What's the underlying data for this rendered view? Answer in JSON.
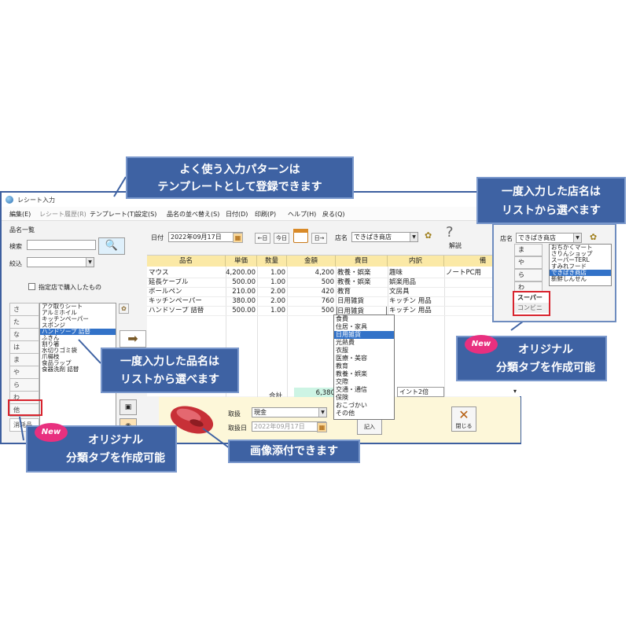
{
  "window": {
    "title": "レシート入力",
    "minimize": "—"
  },
  "menu": [
    "編集(E)",
    "レシート履歴(R)",
    "テンプレート(T)",
    "設定(S)",
    "品名の並べ替え(S)",
    "日付(D)",
    "印刷(P)",
    "ヘルプ(H)",
    "戻る(Q)"
  ],
  "left": {
    "title": "品名一覧",
    "search_label": "検索",
    "filter_label": "絞込",
    "checkbox_label": "指定店で購入したもの",
    "tabs": [
      "さ",
      "た",
      "な",
      "は",
      "ま",
      "や",
      "ら",
      "わ",
      "他"
    ],
    "custom_tab": "消耗品",
    "items": [
      "アク取りシート",
      "アルミホイル",
      "キッチンペーパー",
      "スポンジ",
      "ハンドソープ 詰替",
      "ふきん",
      "割り箸",
      "水切りゴミ袋",
      "爪楊枝",
      "食品ラップ",
      "食器洗剤 詰替"
    ],
    "selected_item_index": 4
  },
  "top": {
    "date_label": "日付",
    "date_value": "2022年09月17日",
    "today": "今日",
    "store_label": "店名",
    "store_value": "できぱき商店",
    "help": "解説"
  },
  "table": {
    "headers": [
      "品名",
      "単価",
      "数量",
      "金額",
      "費目",
      "内訳",
      "備"
    ],
    "rows": [
      [
        "マウス",
        "4,200.00",
        "1.00",
        "4,200",
        "教養・娯楽",
        "趣味",
        "ノートPC用"
      ],
      [
        "延長ケーブル",
        "500.00",
        "1.00",
        "500",
        "教養・娯楽",
        "娯楽用品",
        ""
      ],
      [
        "ボールペン",
        "210.00",
        "2.00",
        "420",
        "教育",
        "文房具",
        ""
      ],
      [
        "キッチンペーパー",
        "380.00",
        "2.00",
        "760",
        "日用雑貨",
        "キッチン 用品",
        ""
      ],
      [
        "ハンドソープ 詰替",
        "500.00",
        "1.00",
        "500",
        "日用雑貨",
        "キッチン 用品",
        ""
      ]
    ],
    "total_label": "合計",
    "total_value": "6,380",
    "point_value": "イント2倍"
  },
  "category_dropdown": {
    "options": [
      "食費",
      "住居・家具",
      "日用雑貨",
      "光熱費",
      "衣服",
      "医療・美容",
      "教育",
      "教養・娯楽",
      "交際",
      "交通・通信",
      "保険",
      "おこづかい",
      "その他"
    ],
    "selected_index": 2
  },
  "bottom": {
    "payment_label": "取扱",
    "payment_value": "現金",
    "date_label": "取扱日",
    "date_value": "2022年09月17日",
    "entry_button": "記入",
    "close_button": "閉じる"
  },
  "inset": {
    "store_label": "店名",
    "store_value": "できぱき商店",
    "tabs": [
      "ま",
      "や",
      "ら",
      "わ"
    ],
    "custom_tabs": [
      "スーパー",
      "コンビニ"
    ],
    "stores": [
      "おちかくマート",
      "さりんショップ",
      "スーパーTERL",
      "すみれフード",
      "できぱき商店",
      "新鮮しんせん"
    ],
    "selected_store_index": 4
  },
  "callouts": {
    "template": [
      "よく使う入力パターンは",
      "テンプレートとして登録できます"
    ],
    "store": [
      "一度入力した店名は",
      "リストから選べます"
    ],
    "item": [
      "一度入力した品名は",
      "リストから選べます"
    ],
    "custom_tab_right": [
      "オリジナル",
      "分類タブを作成可能"
    ],
    "custom_tab_left": [
      "オリジナル",
      "分類タブを作成可能"
    ],
    "image": "画像添付できます",
    "new_badge": "New"
  }
}
